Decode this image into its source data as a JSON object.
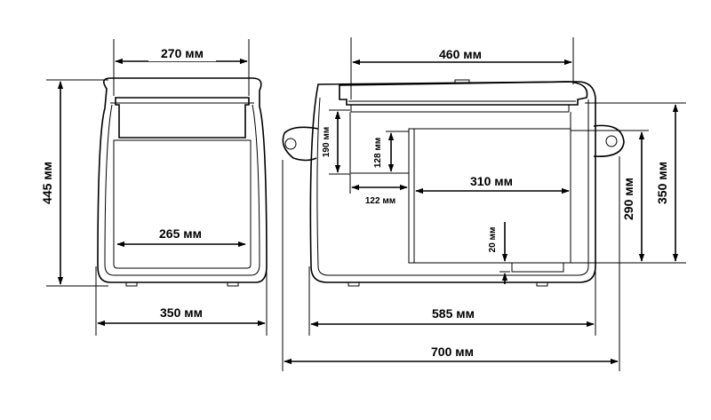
{
  "dimensions": {
    "front_top_width": "270 мм",
    "front_inner_width": "265 мм",
    "front_height": "445 мм",
    "front_base_width": "350 мм",
    "side_lid_width": "460 мм",
    "side_small_height": "190 мм",
    "side_small_inner_height": "128 мм",
    "side_small_width": "122 мм",
    "side_inner_width": "310 мм",
    "side_step": "20 мм",
    "side_inner_height": "290 мм",
    "side_height": "350 мм",
    "side_body_width": "585 мм",
    "side_total_width": "700 мм"
  }
}
